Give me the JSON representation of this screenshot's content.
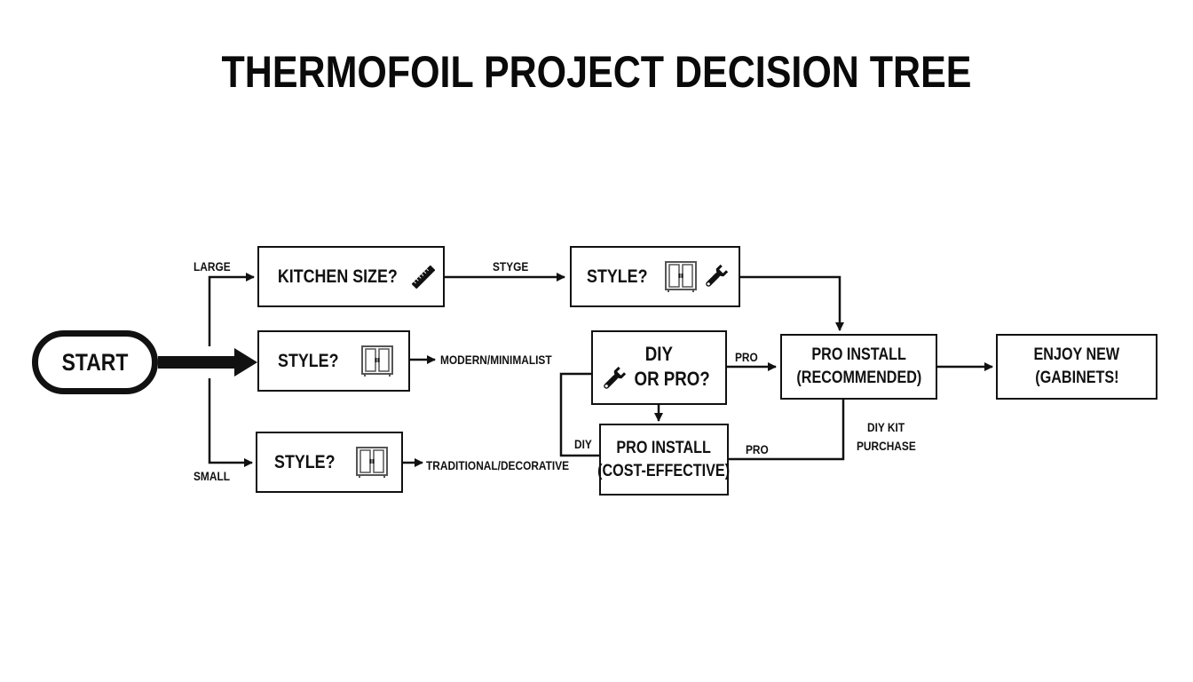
{
  "title": "THERMOFOIL PROJECT DECISION TREE",
  "nodes": {
    "start": "START",
    "kitchen_size": "KITCHEN SIZE?",
    "style_mid": "STYLE?",
    "style_bottom": "STYLE?",
    "style_top": "STYLE?",
    "diy_or_pro_line1": "DIY",
    "diy_or_pro_line2": "OR PRO?",
    "pro_install_cost_line1": "PRO INSTALL",
    "pro_install_cost_line2": "(COST-EFFECTIVE)",
    "pro_install_rec_line1": "PRO INSTALL",
    "pro_install_rec_line2": "(RECOMMENDED)",
    "enjoy_line1": "ENJOY NEW",
    "enjoy_line2": "(GABINETS!"
  },
  "edge_labels": {
    "large": "LARGE",
    "small": "SMALL",
    "styge": "STYGE",
    "modern": "MODERN/MINIMALIST",
    "traditional": "TRADITIONAL/DECORATIVE",
    "pro_top": "PRO",
    "diy": "DIY",
    "pro_bottom": "PRO",
    "diy_kit_line1": "DIY KIT",
    "diy_kit_line2": "PURCHASE"
  },
  "icons": {
    "kitchen_size": "ruler-icon",
    "style": "cabinet-icon",
    "tool": "wrench-icon"
  },
  "colors": {
    "line": "#111111",
    "background": "#ffffff"
  }
}
